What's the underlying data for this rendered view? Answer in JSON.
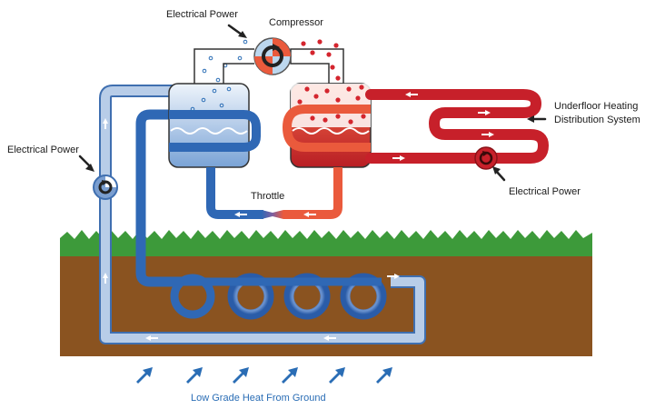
{
  "labels": {
    "compressor_power": "Electrical Power",
    "compressor": "Compressor",
    "left_pump_power": "Electrical Power",
    "throttle": "Throttle",
    "underfloor_line1": "Underfloor Heating",
    "underfloor_line2": "Distribution System",
    "right_pump_power": "Electrical Power",
    "ground_heat": "Low Grade Heat From Ground"
  },
  "colors": {
    "cold_pipe": "#2f68b5",
    "ground_loop_pipe": "#b8cde8",
    "hot_pipe": "#c7202a",
    "warm_pipe": "#ea5a3c",
    "soil": "#8a5320",
    "grass": "#3d9a3a",
    "heat_arrow": "#2a6db5"
  },
  "icons": {
    "compressor": "compressor-icon",
    "left_pump": "pump-icon",
    "right_pump": "pump-icon",
    "heat_arrow": "heat-arrow-icon"
  }
}
